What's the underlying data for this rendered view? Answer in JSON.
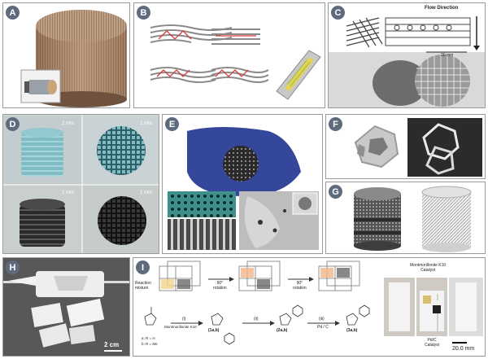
{
  "panels": {
    "A": {
      "badge": "A"
    },
    "B": {
      "badge": "B"
    },
    "C": {
      "badge": "C",
      "flow_label": "Flow Direction",
      "scale_label": "20 mm"
    },
    "D": {
      "badge": "D",
      "scales": [
        "2 mm",
        "2 mm",
        "2 mm",
        "2 mm"
      ]
    },
    "E": {
      "badge": "E"
    },
    "F": {
      "badge": "F"
    },
    "G": {
      "badge": "G"
    },
    "H": {
      "badge": "H",
      "scale_label": "2 cm"
    },
    "I": {
      "badge": "I",
      "reaction_mixture": "Reaction\nmixture",
      "rotation_1": "90°\nrotation",
      "rotation_2": "90°\nrotation",
      "step_i": "(i)",
      "step_ii": "(ii)",
      "step_iii": "(iii)",
      "catalyst_i": "Montmorillonite K10",
      "catalyst_iii": "Pd / C",
      "sub_a": "a: R = H",
      "sub_b": "b: R = Me",
      "cmpd_1": "(1a,b)",
      "cmpd_2": "(2a,b)",
      "cmpd_3": "(3a,b)",
      "photo_catalyst_top": "Montmorillonite K10\nCatalyst",
      "photo_catalyst_bottom": "Pd/C\nCatalyst",
      "scale_label": "20.0 mm"
    }
  },
  "colors": {
    "badge": "#5e6b7d",
    "border": "#9a9a9a"
  }
}
